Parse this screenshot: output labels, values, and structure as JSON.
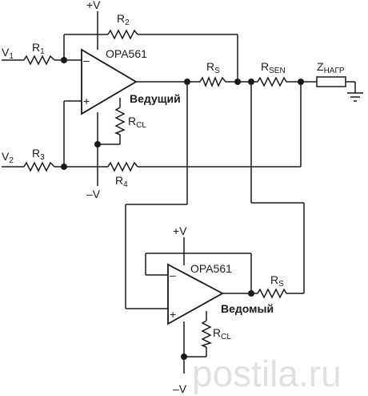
{
  "supply": {
    "pos": "+V",
    "neg": "–V"
  },
  "inputs": {
    "v1_main": "V",
    "v1_sub": "1",
    "v2_main": "V",
    "v2_sub": "2"
  },
  "resistors": {
    "r1_main": "R",
    "r1_sub": "1",
    "r2_main": "R",
    "r2_sub": "2",
    "r3_main": "R",
    "r3_sub": "3",
    "r4_main": "R",
    "r4_sub": "4",
    "rs_main": "R",
    "rs_sub": "S",
    "rsen_main": "R",
    "rsen_sub": "SEN",
    "rcl_main": "R",
    "rcl_sub": "CL",
    "rs2_main": "R",
    "rs2_sub": "S",
    "rcl2_main": "R",
    "rcl2_sub": "CL"
  },
  "load": {
    "main": "Z",
    "sub": "НАГР"
  },
  "amplifiers": {
    "master_model": "OPA561",
    "master_role": "Ведущий",
    "slave_model": "OPA561",
    "slave_role": "Ведомый",
    "minus_sign": "–",
    "plus_sign": "+"
  },
  "watermark": "postila.ru",
  "colors": {
    "ink": "#1a1a1a",
    "watermark": "#c9c9c9",
    "background": "#ffffff"
  }
}
